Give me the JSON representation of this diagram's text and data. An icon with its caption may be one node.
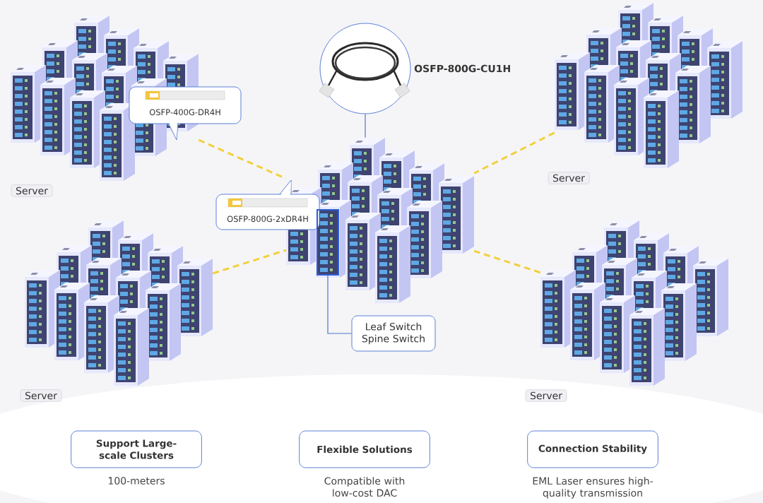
{
  "diagram": {
    "nodes": [
      {
        "text": [],
        "shape": "picture",
        "beside": [
          "Server"
        ]
      },
      {
        "text": [
          "OSFP-400G-DR4H"
        ]
      },
      {
        "text": [],
        "shape": "picture"
      },
      {
        "text": [
          "OSFP-800G-2xDR4H"
        ]
      },
      {
        "text": [],
        "shape": "circle",
        "beside": [
          "OSFP-800G-CU1H"
        ]
      },
      {
        "text": [],
        "shape": "picture",
        "beside": [
          "Server"
        ]
      },
      {
        "text": [],
        "shape": "picture",
        "beside": [
          "Server"
        ]
      },
      {
        "text": [],
        "shape": "picture",
        "beside": [
          "Server"
        ]
      },
      {
        "text": [
          "Leaf Switch Spine Switch"
        ]
      },
      {
        "text": [],
        "shape": "box",
        "in": 2
      },
      {
        "text": [
          "Support Large-scale Clusters"
        ],
        "beside": [
          "100-meters"
        ]
      },
      {
        "text": [
          "Flexible Solutions"
        ],
        "beside": [
          "Compatible with low-cost DAC"
        ]
      },
      {
        "text": [
          "Connection Stability"
        ],
        "beside": [
          "EML Laser ensures high-quality transmission"
        ]
      }
    ],
    "edges": [
      {
        "from": 0,
        "to": 2,
        "arrow": "none",
        "style": "dashed"
      },
      {
        "from": 5,
        "to": 2,
        "arrow": "none",
        "style": "dashed"
      },
      {
        "from": 6,
        "to": 2,
        "arrow": "none",
        "style": "dashed"
      },
      {
        "from": 7,
        "to": 2,
        "arrow": "none",
        "style": "dashed"
      },
      {
        "from": 4,
        "to": 2,
        "arrow": "none",
        "color": "#4f74d0"
      },
      {
        "from": 8,
        "to": 9,
        "arrow": "none",
        "color": "#4f74d0"
      }
    ]
  }
}
